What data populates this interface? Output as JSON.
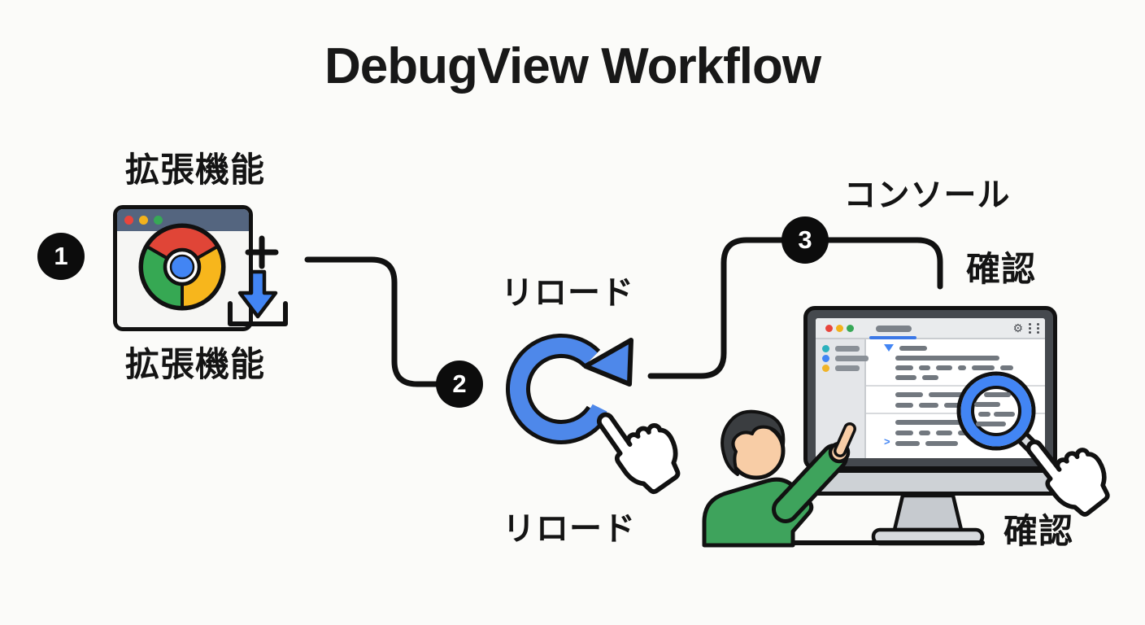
{
  "title": "DebugView Workflow",
  "steps": [
    {
      "number": "1",
      "label_top": "拡張機能",
      "label_bottom": "拡張機能",
      "icon": "chrome-browser-install-icon"
    },
    {
      "number": "2",
      "label_top": "リロード",
      "label_bottom": "リロード",
      "icon": "reload-arrow-icon"
    },
    {
      "number": "3",
      "label_top": "コンソール",
      "label_side": "確認",
      "label_bottom": "確認",
      "icon": "monitor-console-icon"
    }
  ],
  "colors": {
    "background": "#fbfbf9",
    "ink": "#111111",
    "chrome_red": "#e04537",
    "chrome_yellow": "#f7b61c",
    "chrome_green": "#36a853",
    "chrome_blue": "#4285f4",
    "reload_blue": "#4e88ea",
    "browser_titlebar": "#54657f",
    "monitor_frame": "#45494e",
    "shirt_green": "#3ea35c",
    "skin": "#f8cda6",
    "hair": "#3a3d40",
    "magnifier_blue": "#4285f4",
    "badge_black": "#0c0c0c"
  }
}
